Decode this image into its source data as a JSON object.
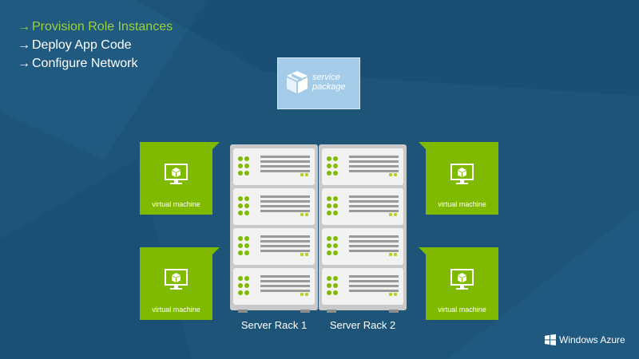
{
  "steps": [
    {
      "label": "Provision Role Instances",
      "active": true
    },
    {
      "label": "Deploy App Code",
      "active": false
    },
    {
      "label": "Configure Network",
      "active": false
    }
  ],
  "step_arrow": "→",
  "service_package": {
    "line1": "service",
    "line2": "package",
    "icon": "package-box-icon"
  },
  "virtual_machines": [
    {
      "label": "virtual machine",
      "icon": "monitor-icon"
    },
    {
      "label": "virtual machine",
      "icon": "monitor-icon"
    },
    {
      "label": "virtual machine",
      "icon": "monitor-icon"
    },
    {
      "label": "virtual machine",
      "icon": "monitor-icon"
    }
  ],
  "racks": [
    {
      "label": "Server Rack 1"
    },
    {
      "label": "Server Rack 2"
    }
  ],
  "brand": {
    "label": "Windows Azure",
    "icon": "windows-logo-icon"
  },
  "colors": {
    "background": "#1d5478",
    "accent_green": "#7fba00",
    "active_step": "#9bd23a",
    "package_fill": "#a4cce9"
  }
}
